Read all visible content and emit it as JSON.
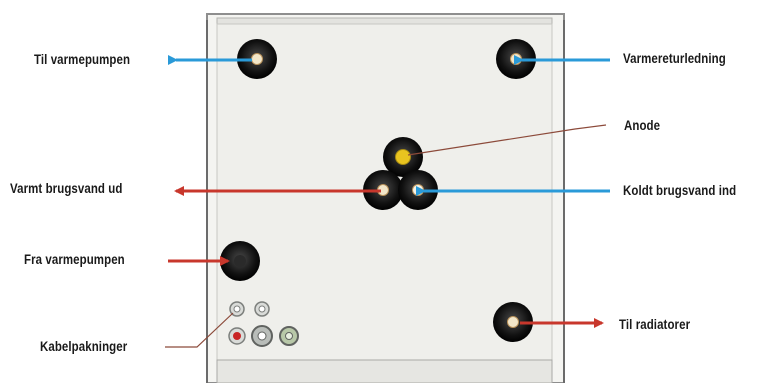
{
  "labels": {
    "to_heatpump": "Til varmepumpen",
    "heating_return": "Varmereturledning",
    "anode": "Anode",
    "hot_water_out": "Varmt brugsvand ud",
    "cold_water_in": "Koldt brugsvand ind",
    "from_heatpump": "Fra varmepumpen",
    "to_radiators": "Til radiatorer",
    "cable_glands": "Kabelpakninger"
  },
  "colors": {
    "panel": "#efefeb",
    "panel_frame": "#8e8e8e",
    "arrow_blue": "#2a9ad8",
    "arrow_red": "#c8372c",
    "leader_line": "#8c4a3a",
    "connector_ring": "#1a1a1a",
    "connector_core_light": "#f2e6c9",
    "anode_yellow": "#e8c31f",
    "gland_red": "#c82424",
    "gland_grey": "#b9bdb9",
    "gland_green": "#b8c8a8"
  },
  "icons": {
    "connector": "pipe-connector-icon",
    "anode": "anode-plug-icon",
    "gland": "cable-gland-icon"
  }
}
